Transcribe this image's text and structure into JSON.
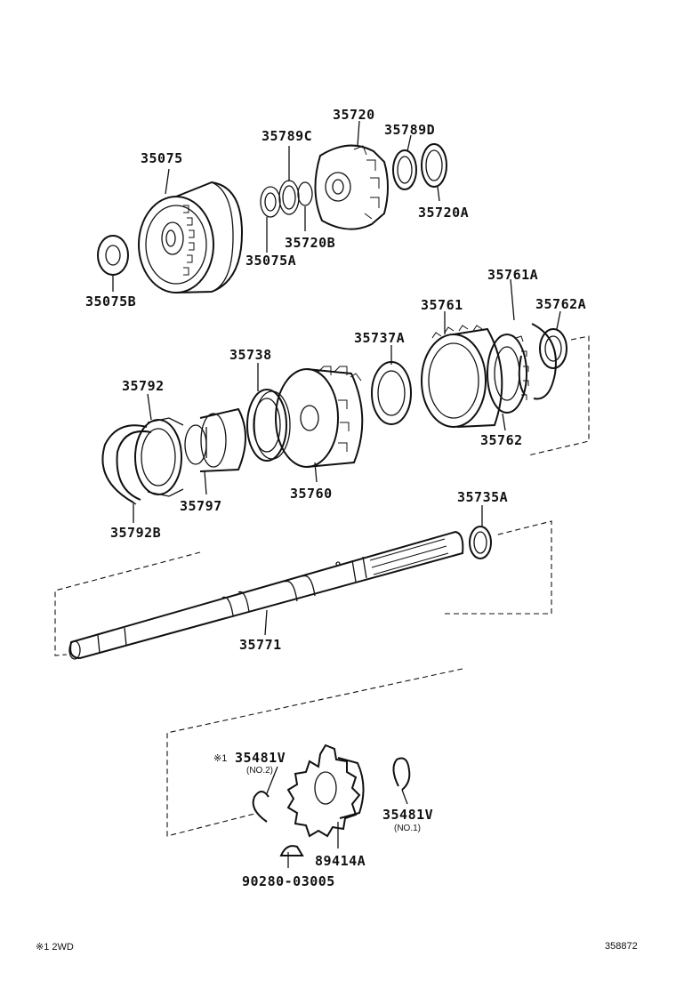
{
  "parts": {
    "p35075": "35075",
    "p35075B": "35075B",
    "p35075A": "35075A",
    "p35789C": "35789C",
    "p35720": "35720",
    "p35720B": "35720B",
    "p35789D": "35789D",
    "p35720A": "35720A",
    "p35761A": "35761A",
    "p35761": "35761",
    "p35762A": "35762A",
    "p35737A": "35737A",
    "p35762": "35762",
    "p35738": "35738",
    "p35792": "35792",
    "p35797": "35797",
    "p35760": "35760",
    "p35792B": "35792B",
    "p35735A": "35735A",
    "p35771": "35771",
    "p35481V_no2": "35481V",
    "no2_sub": "(NO.2)",
    "note_mark": "※1",
    "p35481V_no1": "35481V",
    "no1_sub": "(NO.1)",
    "p89414A": "89414A",
    "p90280": "90280-03005"
  },
  "footer": {
    "note": "※1 2WD",
    "diagram_id": "358872"
  }
}
